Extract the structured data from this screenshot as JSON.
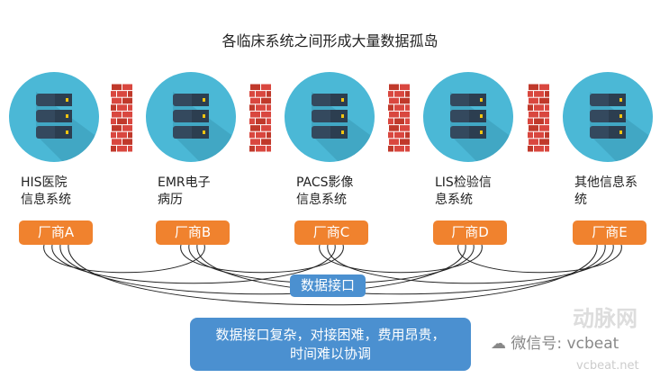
{
  "title": "各临床系统之间形成大量数据孤岛",
  "systems": [
    {
      "line1": "HIS医院",
      "line2": "信息系统",
      "vendor": "厂商A"
    },
    {
      "line1": "EMR电子",
      "line2": "病历",
      "vendor": "厂商B"
    },
    {
      "line1": "PACS影像",
      "line2": "信息系统",
      "vendor": "厂商C"
    },
    {
      "line1": "LIS检验信",
      "line2": "息系统",
      "vendor": "厂商D"
    },
    {
      "line1": "其他信息系",
      "line2": "统",
      "vendor": "厂商E"
    }
  ],
  "interface_label": "数据接口",
  "note": {
    "line1": "数据接口复杂，对接困难，费用昂贵，",
    "line2": "时间难以协调"
  },
  "watermark": {
    "wechat": "微信号: vcbeat",
    "logo": "动脉网",
    "site": "vcbeat.net"
  },
  "colors": {
    "server_circle": "#4bb8d6",
    "vendor": "#f0822e",
    "interface": "#4b90d0",
    "brick": "#d9473f"
  }
}
